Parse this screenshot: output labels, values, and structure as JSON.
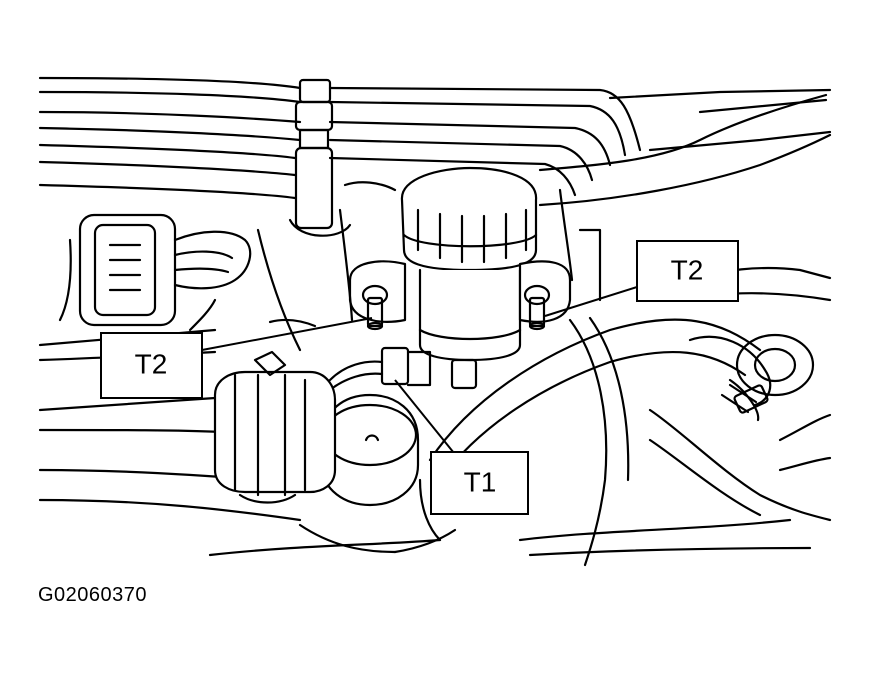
{
  "figure": {
    "id": "G02060370"
  },
  "callouts": {
    "t2_left": "T2",
    "t2_right": "T2",
    "t1": "T1"
  },
  "colors": {
    "ink": "#000000",
    "paper": "#ffffff"
  }
}
